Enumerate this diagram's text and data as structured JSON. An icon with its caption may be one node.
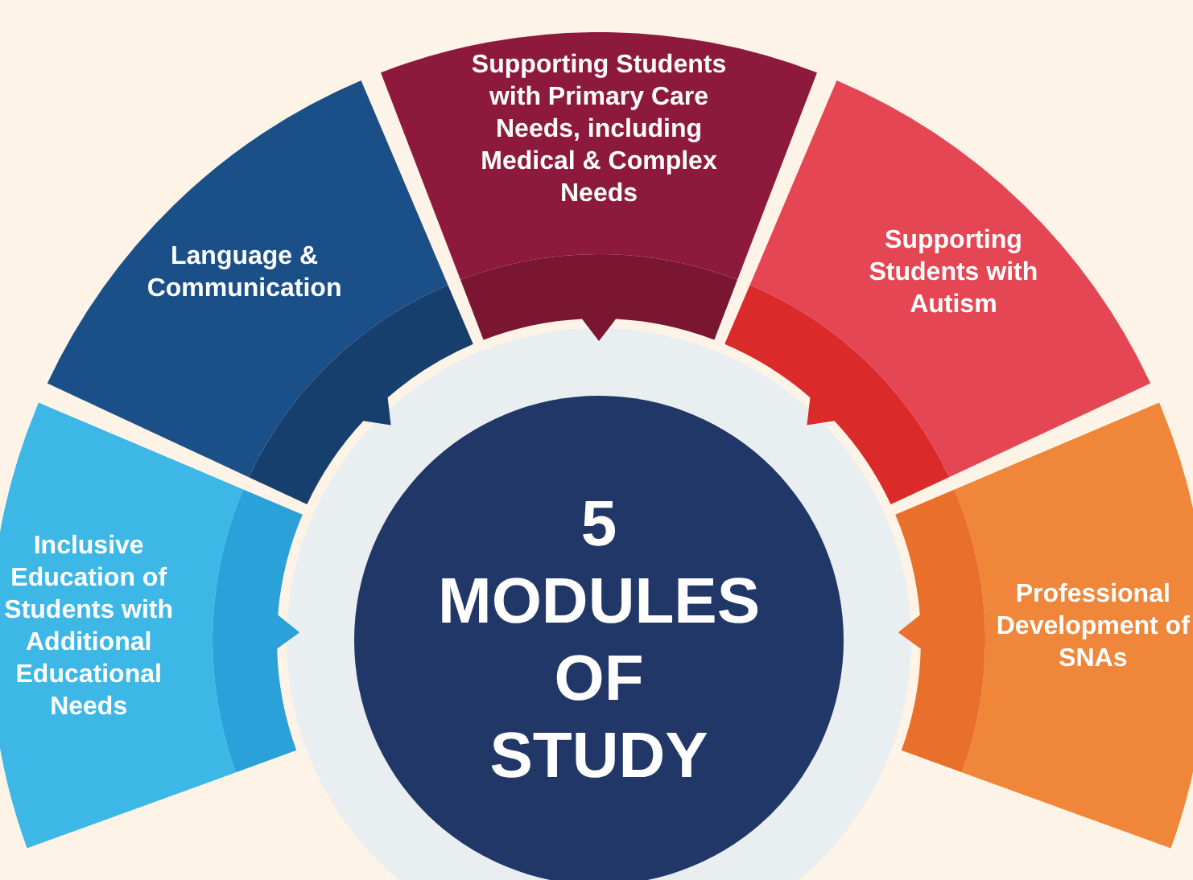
{
  "diagram": {
    "nodes": [
      {
        "text": [
          "Inclusive Education of Students with Additional Educational Needs"
        ]
      },
      {
        "text": [
          "Language & Communication"
        ]
      },
      {
        "text": [
          "Supporting Students with Primary Care Needs, including Medical & Complex Needs"
        ]
      },
      {
        "text": [
          "Supporting Students with Autism"
        ]
      },
      {
        "text": [
          "Professional Development of SNAs"
        ]
      },
      {
        "text": [
          "5 MODULES OF STUDY"
        ]
      }
    ]
  }
}
